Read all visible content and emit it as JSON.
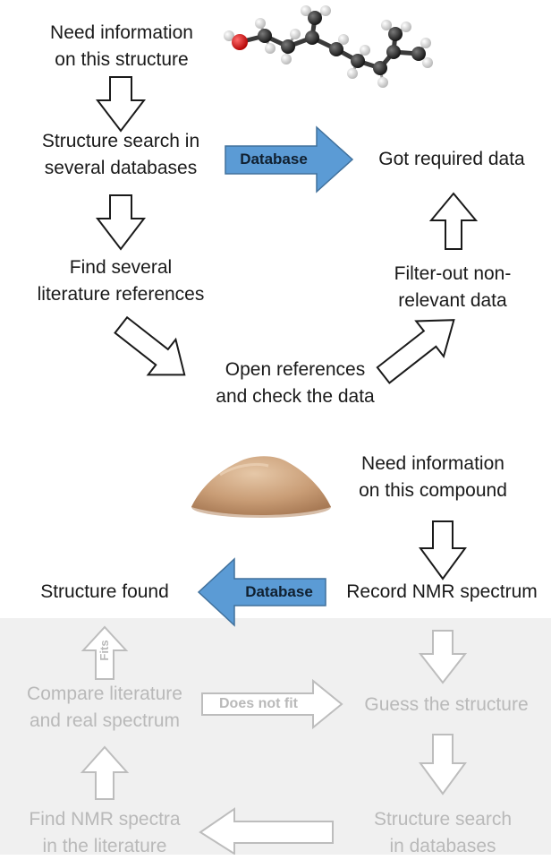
{
  "top": {
    "need_info": [
      "Need information",
      "on this structure"
    ],
    "structure_search": [
      "Structure search in",
      "several databases"
    ],
    "database_label": "Database",
    "got_data": "Got required data",
    "find_refs": [
      "Find several",
      "literature references"
    ],
    "filter": [
      "Filter-out non-",
      "relevant data"
    ],
    "open_refs": [
      "Open references",
      "and check the data"
    ]
  },
  "bottom": {
    "need_info": [
      "Need information",
      "on this compound"
    ],
    "structure_found": "Structure found",
    "database_label": "Database",
    "record_nmr": "Record NMR spectrum",
    "compare": [
      "Compare literature",
      "and real spectrum"
    ],
    "does_not_fit": "Does not fit",
    "fits": "Fits",
    "guess": "Guess the structure",
    "find_nmr": [
      "Find NMR spectra",
      "in the literature"
    ],
    "struct_search_db": [
      "Structure search",
      "in databases"
    ]
  },
  "colors": {
    "blue_arrow": "#5b9bd5",
    "blue_arrow_stroke": "#41719c",
    "faded_text": "#b9b9b9",
    "panel": "#f0f0f0",
    "powder": "#c9a27c"
  }
}
